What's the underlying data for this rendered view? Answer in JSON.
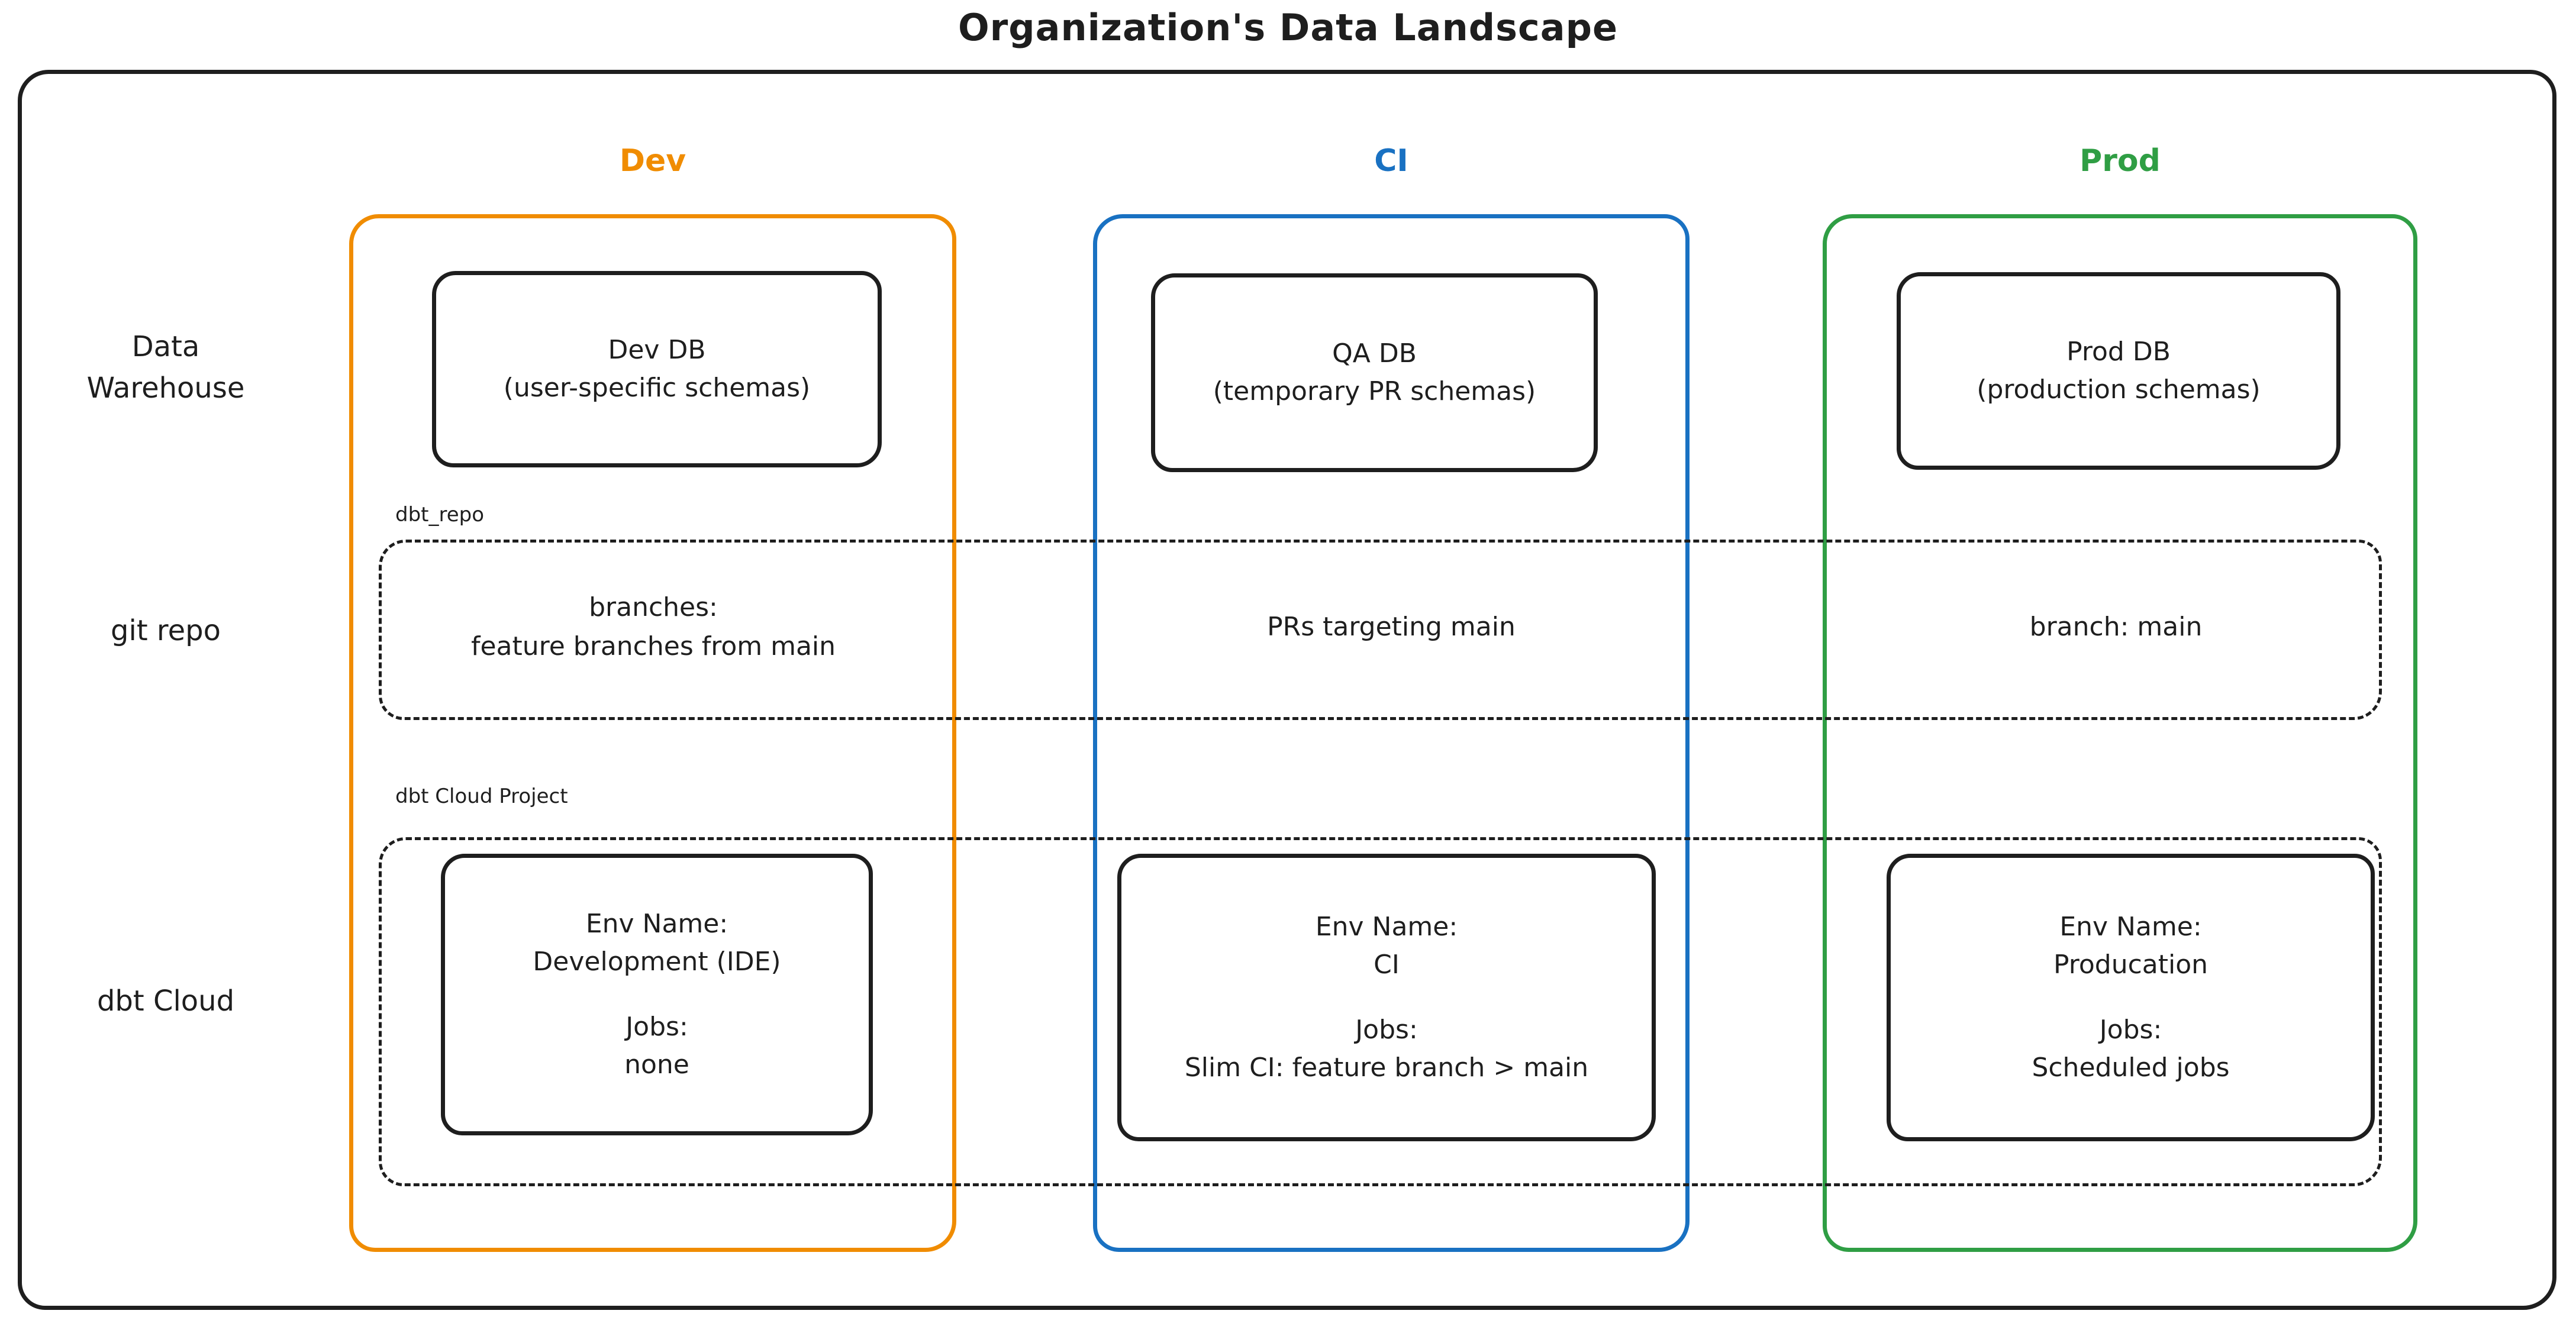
{
  "title": "Organization's Data Landscape",
  "colors": {
    "dev": "#f08c00",
    "ci": "#1971c2",
    "prod": "#2f9e44",
    "ink": "#1e1e1e"
  },
  "column_headers": {
    "dev": "Dev",
    "ci": "CI",
    "prod": "Prod"
  },
  "row_labels": {
    "warehouse": "Data\nWarehouse",
    "git": "git repo",
    "dbt": "dbt Cloud"
  },
  "group_labels": {
    "repo": "dbt_repo",
    "project": "dbt Cloud Project"
  },
  "warehouse": {
    "dev": {
      "title": "Dev DB",
      "subtitle": "(user-specific schemas)"
    },
    "ci": {
      "title": "QA DB",
      "subtitle": "(temporary PR schemas)"
    },
    "prod": {
      "title": "Prod DB",
      "subtitle": "(production schemas)"
    }
  },
  "git": {
    "dev": "branches:\nfeature branches from main",
    "ci": "PRs targeting main",
    "prod": "branch: main"
  },
  "dbt": {
    "dev": {
      "env_label": "Env Name:",
      "env": "Development (IDE)",
      "jobs_label": "Jobs:",
      "jobs": "none"
    },
    "ci": {
      "env_label": "Env Name:",
      "env": "CI",
      "jobs_label": "Jobs:",
      "jobs": "Slim CI: feature branch > main"
    },
    "prod": {
      "env_label": "Env Name:",
      "env": "Producation",
      "jobs_label": "Jobs:",
      "jobs": "Scheduled jobs"
    }
  }
}
